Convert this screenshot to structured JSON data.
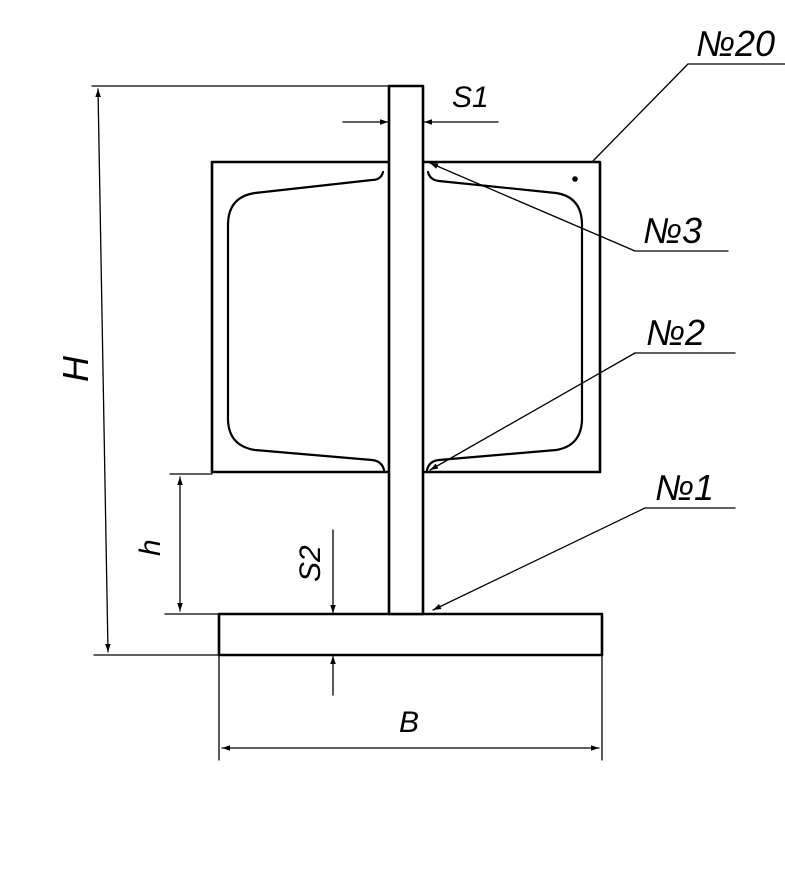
{
  "labels": {
    "callout_20": "№20",
    "callout_3": "№3",
    "callout_2": "№2",
    "callout_1": "№1",
    "dim_S1": "S1",
    "dim_S2": "S2",
    "dim_H": "H",
    "dim_h": "h",
    "dim_B": "B"
  },
  "colors": {
    "line": "#000000",
    "background": "#ffffff"
  }
}
